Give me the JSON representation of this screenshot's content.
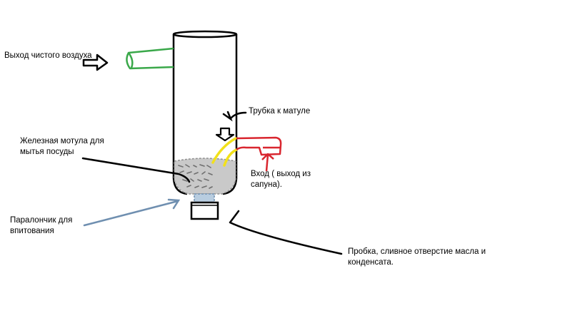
{
  "labels": {
    "clean_air_outlet": "Выход чистого воздуха",
    "tube_to_mesh": "Трубка к матуле",
    "steel_mesh": [
      "Железная мотула для",
      "мытья посуды"
    ],
    "inlet": [
      "Вход ( выход из",
      "сапуна)."
    ],
    "foam": [
      "Паралончик для",
      "впитования"
    ],
    "drain_plug": [
      "Пробка, сливное отверстие масла и",
      "конденсата."
    ]
  },
  "colors": {
    "outline": "#000000",
    "outlet_pipe": "#3aa84a",
    "inlet_pipe": "#d9262f",
    "inner_tube": "#f2e11a",
    "mesh": "#8f8f8f",
    "foam": "#b8cde0",
    "foam_pointer": "#6f8fb0"
  }
}
